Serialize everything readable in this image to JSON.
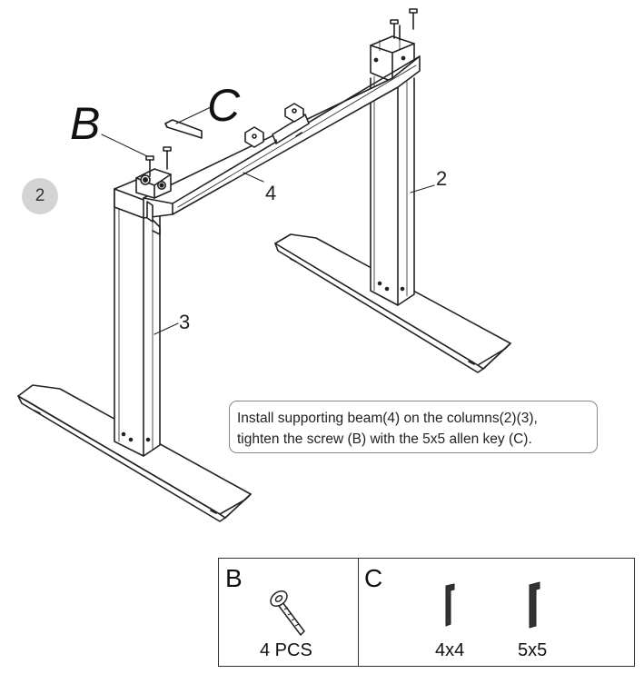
{
  "step": {
    "number": "2"
  },
  "labels": {
    "letter_b": "B",
    "letter_c": "C",
    "beam": "4",
    "column_right": "2",
    "column_left": "3"
  },
  "instruction": {
    "line1": "Install supporting beam(4) on the columns(2)(3),",
    "line2": "tighten the screw (B) with the 5x5 allen key (C)."
  },
  "parts": {
    "b": {
      "letter": "B",
      "caption": "4 PCS",
      "icon": "screw-icon"
    },
    "c": {
      "letter": "C",
      "keys": [
        {
          "caption": "4x4",
          "icon": "allen-key-icon"
        },
        {
          "caption": "5x5",
          "icon": "allen-key-icon"
        }
      ]
    }
  }
}
